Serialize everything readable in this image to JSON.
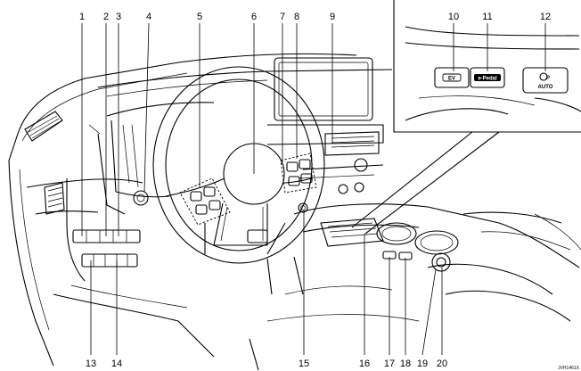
{
  "callouts": [
    "1",
    "2",
    "3",
    "4",
    "5",
    "6",
    "7",
    "8",
    "9",
    "10",
    "11",
    "12",
    "13",
    "14",
    "15",
    "16",
    "17",
    "18",
    "19",
    "20"
  ],
  "inset": {
    "buttons": [
      "EV",
      "e-Pedal",
      "AUTO"
    ]
  },
  "figure_code": "JVH1461X"
}
